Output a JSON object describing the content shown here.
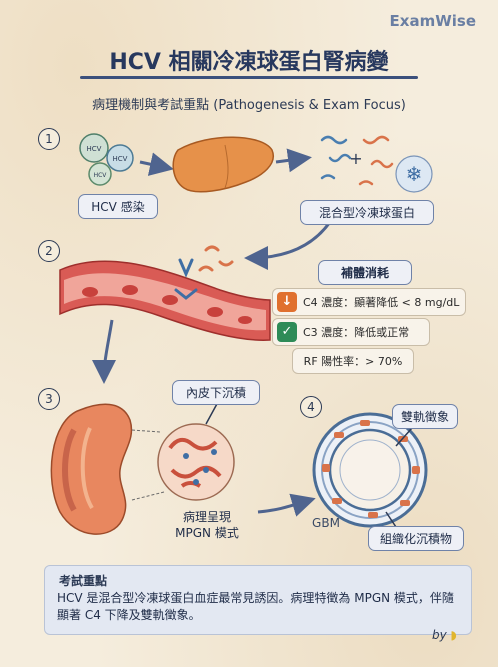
{
  "brand": "ExamWise",
  "title": "HCV 相關冷凍球蛋白腎病變",
  "subtitle": "病理機制與考試重點 (Pathogenesis & Exam Focus)",
  "steps": [
    "1",
    "2",
    "3",
    "4"
  ],
  "virus_labels": [
    "HCV",
    "HCV",
    "HCV"
  ],
  "labels": {
    "infection": "HCV 感染",
    "cryo": "混合型冷凍球蛋白",
    "complement": "補體消耗",
    "c4": "C4 濃度：顯著降低 < 8 mg/dL",
    "c3": "C3 濃度：降低或正常",
    "rf": "RF 陽性率：> 70%",
    "subendo": "內皮下沉積",
    "mpgn_line1": "病理呈現",
    "mpgn_line2": "MPGN 模式",
    "tramtrack": "雙軌徵象",
    "gbm": "GBM",
    "deposit": "組織化沉積物"
  },
  "exam": {
    "title": "考試重點",
    "text": "HCV 是混合型冷凍球蛋白血症最常見誘因。病理特徵為 MPGN 模式，伴隨顯著 C4 下降及雙軌徵象。"
  },
  "byline": "by",
  "colors": {
    "accent": "#3b507c",
    "down": "#e0702e",
    "check": "#2e8b57",
    "liver": "#e08a3c",
    "vessel": "#c84a45"
  },
  "icons": {
    "down": "↓",
    "check": "✓",
    "plus": "+",
    "snow": "❄"
  }
}
